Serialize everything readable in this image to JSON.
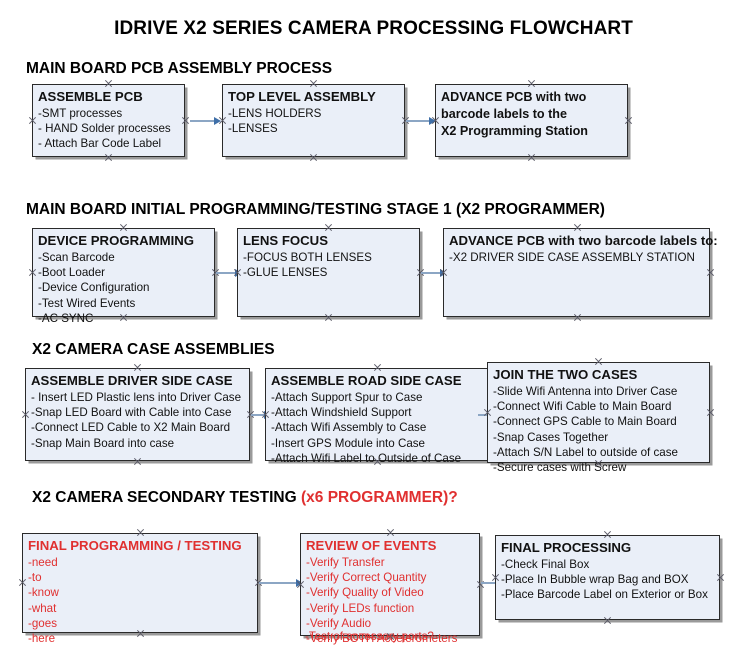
{
  "title": "IDRIVE X2  SERIES CAMERA PROCESSING FLOWCHART",
  "sections": [
    {
      "id": "main-board-pcb-assembly-process",
      "heading": "MAIN BOARD PCB ASSEMBLY PROCESS",
      "heading_accent": "",
      "boxes": [
        {
          "id": "assemble-pcb",
          "header": "ASSEMBLE PCB",
          "lines": [
            "-SMT processes",
            "- HAND Solder processes",
            "- Attach Bar Code Label"
          ],
          "text_color": "#111111"
        },
        {
          "id": "top-level-assembly",
          "header": "TOP LEVEL ASSEMBLY",
          "lines": [
            "-LENS HOLDERS",
            "-LENSES"
          ],
          "text_color": "#111111"
        },
        {
          "id": "advance-pcb-to-x2-programming-station",
          "header": "",
          "lines": [
            "ADVANCE PCB with two",
            "barcode labels to the",
            " X2 Programming Station"
          ],
          "text_color": "#111111"
        }
      ]
    },
    {
      "id": "main-board-initial-programming-testing-stage-1",
      "heading": "MAIN BOARD INITIAL PROGRAMMING/TESTING STAGE 1 (X2 PROGRAMMER)",
      "heading_accent": "",
      "boxes": [
        {
          "id": "device-programming",
          "header": "DEVICE PROGRAMMING",
          "lines": [
            "-Scan Barcode",
            "-Boot Loader",
            "-Device Configuration",
            "-Test Wired Events",
            "-AC SYNC"
          ],
          "text_color": "#111111"
        },
        {
          "id": "lens-focus",
          "header": "LENS FOCUS",
          "lines": [
            "-FOCUS BOTH LENSES",
            "-GLUE LENSES"
          ],
          "text_color": "#111111"
        },
        {
          "id": "advance-pcb-to-driver-side-case-assembly",
          "header": "ADVANCE PCB with two barcode labels to:",
          "lines": [
            "-X2 DRIVER  SIDE  CASE  ASSEMBLY STATION"
          ],
          "text_color": "#111111"
        }
      ]
    },
    {
      "id": "x2-camera-case-assemblies",
      "heading": "X2 CAMERA CASE ASSEMBLIES",
      "heading_accent": "",
      "boxes": [
        {
          "id": "assemble-driver-side-case",
          "header": "ASSEMBLE DRIVER SIDE CASE",
          "lines": [
            "- Insert LED Plastic lens into Driver Case",
            "-Snap LED Board with Cable into Case",
            "-Connect LED Cable to X2 Main Board",
            "-Snap Main Board into case"
          ],
          "text_color": "#111111"
        },
        {
          "id": "assemble-road-side-case",
          "header": "ASSEMBLE ROAD SIDE CASE",
          "lines": [
            "-Attach Support Spur to Case",
            "-Attach Windshield Support",
            "-Attach Wifi Assembly to Case",
            "-Insert GPS Module into Case",
            "-Attach Wifi Label to Outside of Case"
          ],
          "text_color": "#111111"
        },
        {
          "id": "join-the-two-cases",
          "header": "JOIN THE TWO CASES",
          "lines": [
            "-Slide Wifi Antenna into Driver Case",
            "-Connect Wifi Cable to Main Board",
            "-Connect GPS Cable to Main Board",
            "-Snap Cases Together",
            "-Attach S/N Label to outside of case",
            "-Secure cases with Screw"
          ],
          "text_color": "#111111"
        }
      ]
    },
    {
      "id": "x2-camera-secondary-testing",
      "heading": "X2 CAMERA SECONDARY TESTING ",
      "heading_accent": "(x6 PROGRAMMER)?",
      "boxes": [
        {
          "id": "final-programming-testing",
          "header": "FINAL PROGRAMMING / TESTING",
          "lines": [
            "-need",
            "-to",
            "-know",
            "-what",
            "-goes",
            "-here"
          ],
          "text_color": "#e03030"
        },
        {
          "id": "review-of-events",
          "header": "REVIEW OF EVENTS",
          "lines": [
            "-Verify Transfer",
            "-Verify Correct Quantity",
            "-Verify Quality of Video",
            "-Verify LEDs function",
            "-Verify Audio",
            "-Verify BOTH Accelerometers"
          ],
          "overflow_line": "-Test of accessory ports?",
          "text_color": "#e03030"
        },
        {
          "id": "final-processing",
          "header": "FINAL PROCESSING",
          "lines": [
            " -Check Final Box",
            "-Place In Bubble wrap Bag and BOX",
            "-Place Barcode Label on Exterior or Box"
          ],
          "text_color": "#111111"
        }
      ]
    }
  ],
  "colors": {
    "box_fill": "#eaeff8",
    "box_border": "#2a2a2a",
    "box_shadow": "#9a9a9a",
    "arrow_shaft": "#8ca6c4",
    "arrow_head": "#3f6fa8",
    "accent_red": "#e03030",
    "text": "#111111",
    "background": "#ffffff"
  },
  "icons": {
    "connection_handle": "x-handle-icon",
    "arrow": "arrow-right-icon"
  }
}
